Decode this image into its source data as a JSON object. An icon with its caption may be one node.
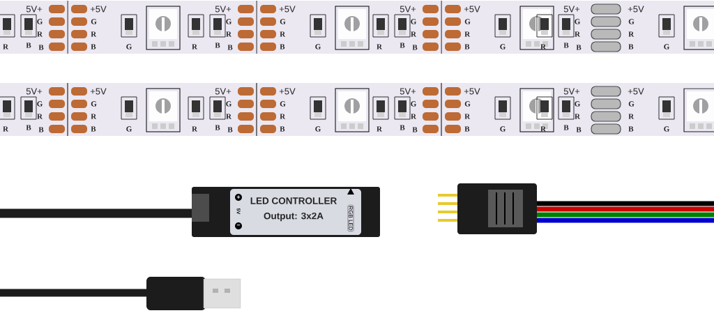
{
  "diagram": {
    "nodes": [
      {
        "text": [
          "+",
          "5V",
          "−",
          "LED CONTROLLER",
          "Output: 3x2A",
          "RGB LED"
        ]
      }
    ],
    "labels": [
      "R",
      "B",
      "5V+",
      "G",
      "R",
      "B",
      "+5V",
      "G",
      "R",
      "B",
      "G",
      "R",
      "B",
      "5V+",
      "G",
      "R",
      "B",
      "+5V",
      "G",
      "R",
      "B",
      "G",
      "R",
      "B",
      "5V+",
      "G",
      "R",
      "B",
      "+5V",
      "G",
      "R",
      "B",
      "G",
      "R",
      "B",
      "5V+",
      "G",
      "R",
      "B",
      "+5V",
      "G",
      "R",
      "B",
      "G",
      "R",
      "B",
      "5V+",
      "G",
      "R",
      "B",
      "+5V",
      "G",
      "R",
      "B",
      "G",
      "R",
      "B",
      "5V+",
      "G",
      "R",
      "B",
      "+5V",
      "G",
      "R",
      "B",
      "G",
      "R",
      "B",
      "5V+",
      "G",
      "R",
      "B",
      "+5V",
      "G",
      "R",
      "B",
      "G",
      "R",
      "B",
      "5V+",
      "G",
      "R",
      "B",
      "+5V",
      "G",
      "R",
      "B",
      "G"
    ]
  }
}
